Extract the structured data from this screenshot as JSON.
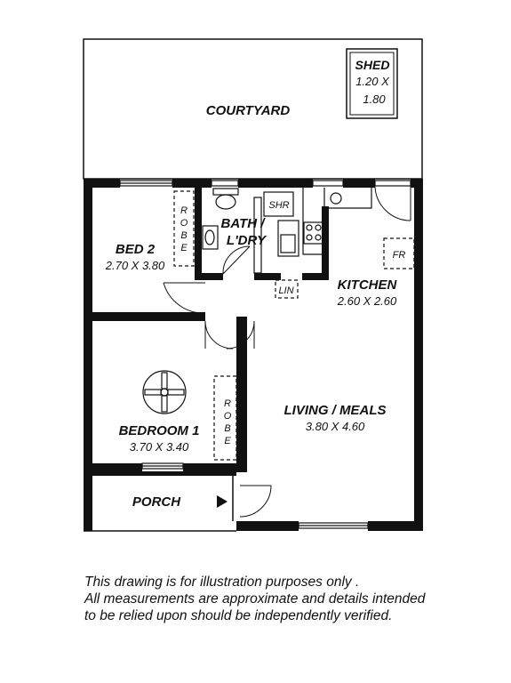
{
  "rooms": {
    "courtyard": {
      "label": "COURTYARD"
    },
    "shed": {
      "label": "SHED",
      "dim_line1": "1.20 X",
      "dim_line2": "1.80"
    },
    "bed2": {
      "label": "BED 2",
      "dim": "2.70 X 3.80"
    },
    "bath": {
      "label_line1": "BATH /",
      "label_line2": "L'DRY"
    },
    "shower": {
      "label": "SHR"
    },
    "kitchen": {
      "label": "KITCHEN",
      "dim": "2.60 X 2.60"
    },
    "fridge": {
      "label": "FR"
    },
    "linen": {
      "label": "LIN"
    },
    "bedroom1": {
      "label": "BEDROOM 1",
      "dim": "3.70 X 3.40"
    },
    "living": {
      "label": "LIVING / MEALS",
      "dim": "3.80 X 4.60"
    },
    "porch": {
      "label": "PORCH"
    },
    "robe_bed2": {
      "letters": [
        "R",
        "O",
        "B",
        "E"
      ]
    },
    "robe_bed1": {
      "letters": [
        "R",
        "O",
        "B",
        "E"
      ]
    }
  },
  "disclaimer": {
    "line1": "This drawing is for illustration purposes only .",
    "line2": "All measurements are approximate and details intended",
    "line3": "to be relied upon should be independently verified."
  }
}
